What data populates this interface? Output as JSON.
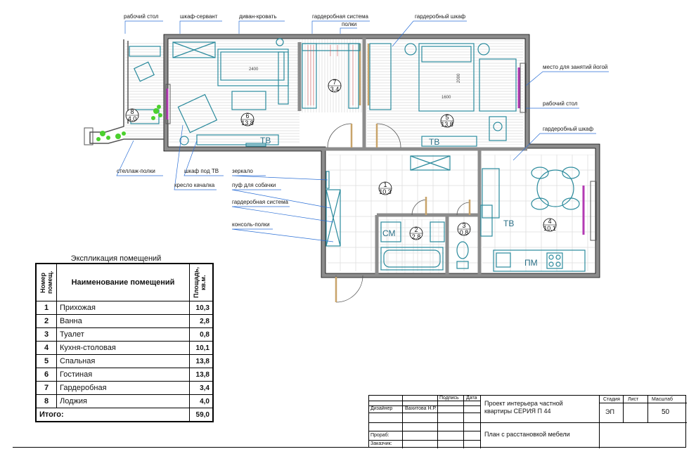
{
  "plan": {
    "callouts": [
      "рабочий стол",
      "шкаф-сервант",
      "диван-кровать",
      "гардеробная система",
      "полки",
      "гардеробный шкаф",
      "место для занятий йогой",
      "рабочий стол",
      "гардеробный шкаф",
      "стеллаж-полки",
      "шкаф под ТВ",
      "кресло качалка",
      "зеркало",
      "пуф для собачки",
      "гардеробная система",
      "консоль-полки"
    ],
    "rooms": [
      {
        "no": "1",
        "area": "10,3"
      },
      {
        "no": "2",
        "area": "2,8"
      },
      {
        "no": "3",
        "area": "0,8"
      },
      {
        "no": "4",
        "area": "10,1"
      },
      {
        "no": "5",
        "area": "13,8"
      },
      {
        "no": "6",
        "area": "13,8"
      },
      {
        "no": "7",
        "area": "3,4"
      },
      {
        "no": "8",
        "area": "4,0"
      }
    ],
    "tv_label": "ТВ",
    "cm_label": "СМ",
    "pm_label": "ПМ",
    "dims": {
      "sofa": "2400",
      "bed_w": "1600",
      "bed_l": "2000"
    }
  },
  "explication": {
    "title": "Экспликация помещений",
    "col_no": "Номер помещ.",
    "col_name": "Наименование помещений",
    "col_area": "Площадь, кв.м.",
    "rows": [
      {
        "no": "1",
        "name": "Прихожая",
        "area": "10,3"
      },
      {
        "no": "2",
        "name": "Ванна",
        "area": "2,8"
      },
      {
        "no": "3",
        "name": "Туалет",
        "area": "0,8"
      },
      {
        "no": "4",
        "name": "Кухня-столовая",
        "area": "10,1"
      },
      {
        "no": "5",
        "name": "Спальная",
        "area": "13,8"
      },
      {
        "no": "6",
        "name": "Гостиная",
        "area": "13,8"
      },
      {
        "no": "7",
        "name": "Гардеробная",
        "area": "3,4"
      },
      {
        "no": "8",
        "name": "Лоджия",
        "area": "4,0"
      }
    ],
    "total_label": "Итого:",
    "total": "59,0"
  },
  "stamp": {
    "col_sign": "Подпись",
    "col_date": "Дата",
    "designer_label": "Дизайнер",
    "designer": "Вахитова Н.Р.",
    "prorab_label": "Прораб:",
    "client_label": "Заказчик:",
    "project_title": "Проект интерьера частной квартиры СЕРИЯ П 44",
    "sheet_title": "План с расстановкой мебели",
    "stage_label": "Стадия",
    "sheet_label": "Лист",
    "scale_label": "Масштаб",
    "stage": "ЭП",
    "scale": "50"
  },
  "colors": {
    "wall": "#8c8c8c",
    "furniture": "#2a8a9c",
    "callout": "#2b6fd6",
    "door": "#c8a46a",
    "window": "#b33ab3",
    "plant": "#4bd12e"
  }
}
